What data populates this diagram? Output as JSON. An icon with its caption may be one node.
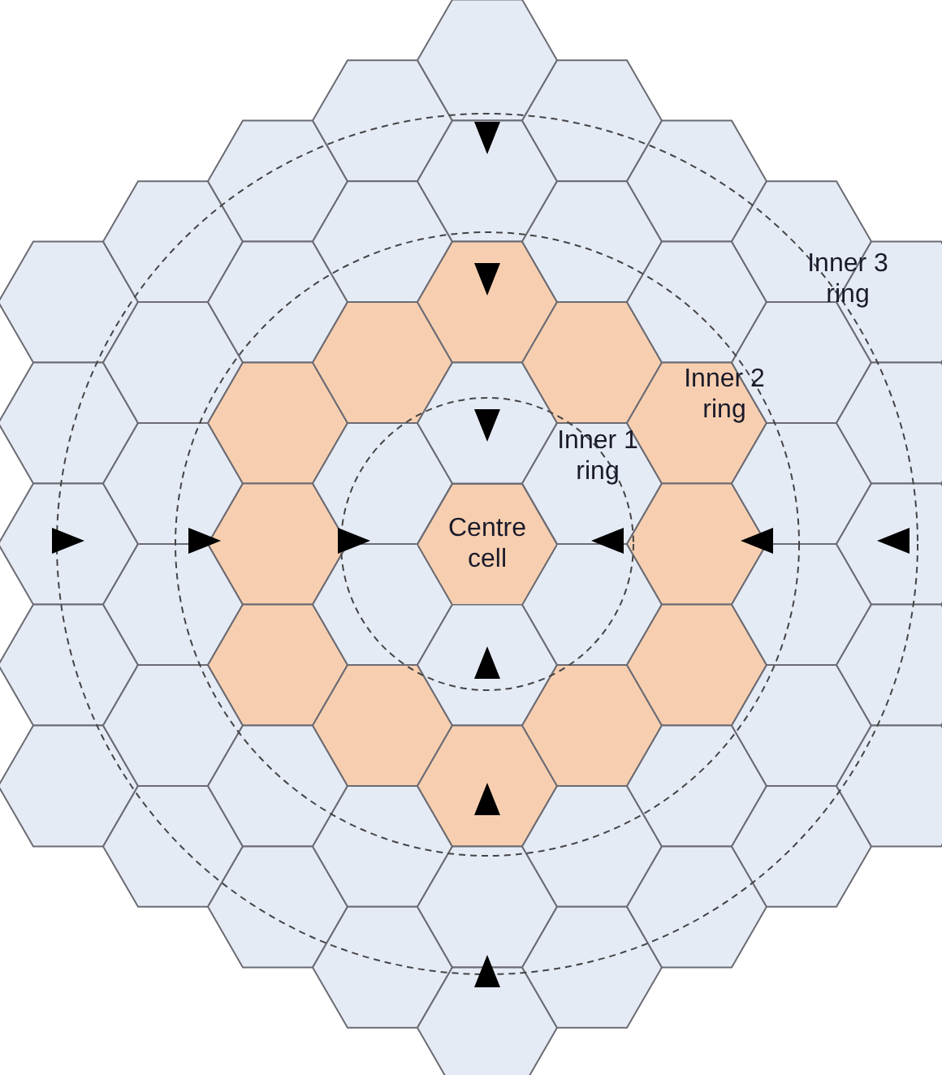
{
  "diagram": {
    "nodes": [
      {
        "text": [
          "Centre cell"
        ]
      }
    ],
    "labels": [
      "Inner 1 ring",
      "Inner 2 ring",
      "Inner 3 ring"
    ]
  }
}
